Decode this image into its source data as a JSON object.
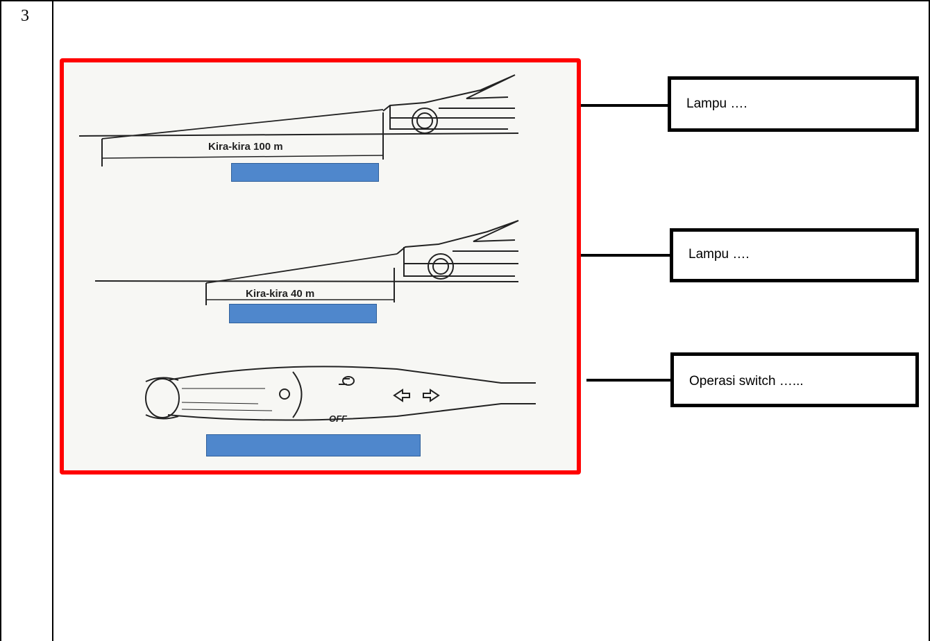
{
  "row": {
    "number": "3"
  },
  "figure": {
    "diagram_top": {
      "distance_label": "Kira-kira 100 m"
    },
    "diagram_middle": {
      "distance_label": "Kira-kira 40 m"
    },
    "diagram_bottom": {
      "switch_text": "OFF"
    }
  },
  "labels": {
    "label_1": "Lampu ….",
    "label_2": "Lampu ….",
    "label_3": "Operasi switch …..."
  },
  "colors": {
    "frame": "#ff0000",
    "answer_blank": "#4f87cc"
  }
}
